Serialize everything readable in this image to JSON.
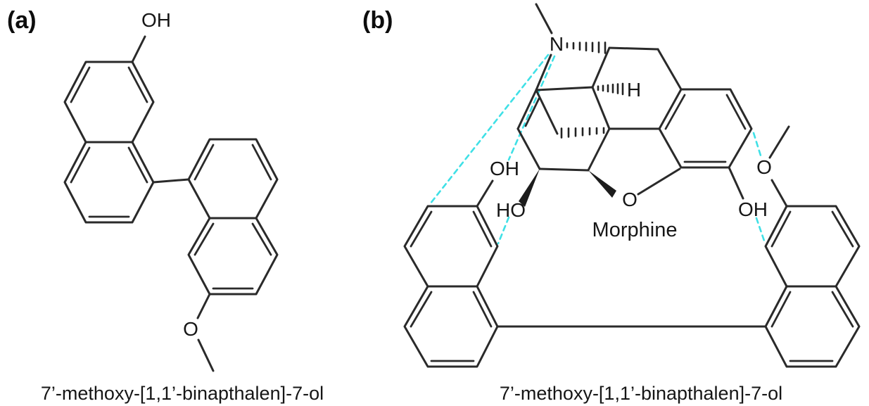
{
  "figure": {
    "background": "#ffffff",
    "bond_color": "#2a2a2a",
    "interaction_color": "#3fe0e6",
    "panel_a": {
      "label": "(a)",
      "caption": "7’-methoxy-[1,1’-binapthalen]-7-ol",
      "atoms": {
        "hydroxyl": "OH",
        "methoxy_oxygen": "O"
      }
    },
    "panel_b": {
      "label": "(b)",
      "caption": "7’-methoxy-[1,1’-binapthalen]-7-ol",
      "molecule_label": "Morphine",
      "atoms": {
        "amine_nitrogen": "N",
        "bridgehead_hydrogen": "H",
        "naphthol_hydroxyl": "OH",
        "allylic_hydroxyl": "HO",
        "furan_oxygen": "O",
        "phenol_hydroxyl": "OH",
        "methoxy_oxygen": "O"
      },
      "interactions": [
        "morphine amine N to naphthalene C8-H",
        "morphine amine N to naphthol O-H",
        "morphine allylic O-H to naphthalene ring",
        "morphine aromatic C-H to methoxy O",
        "morphine phenol O-H to naphthalene ring"
      ],
      "interaction_style": "cyan dashed"
    }
  }
}
